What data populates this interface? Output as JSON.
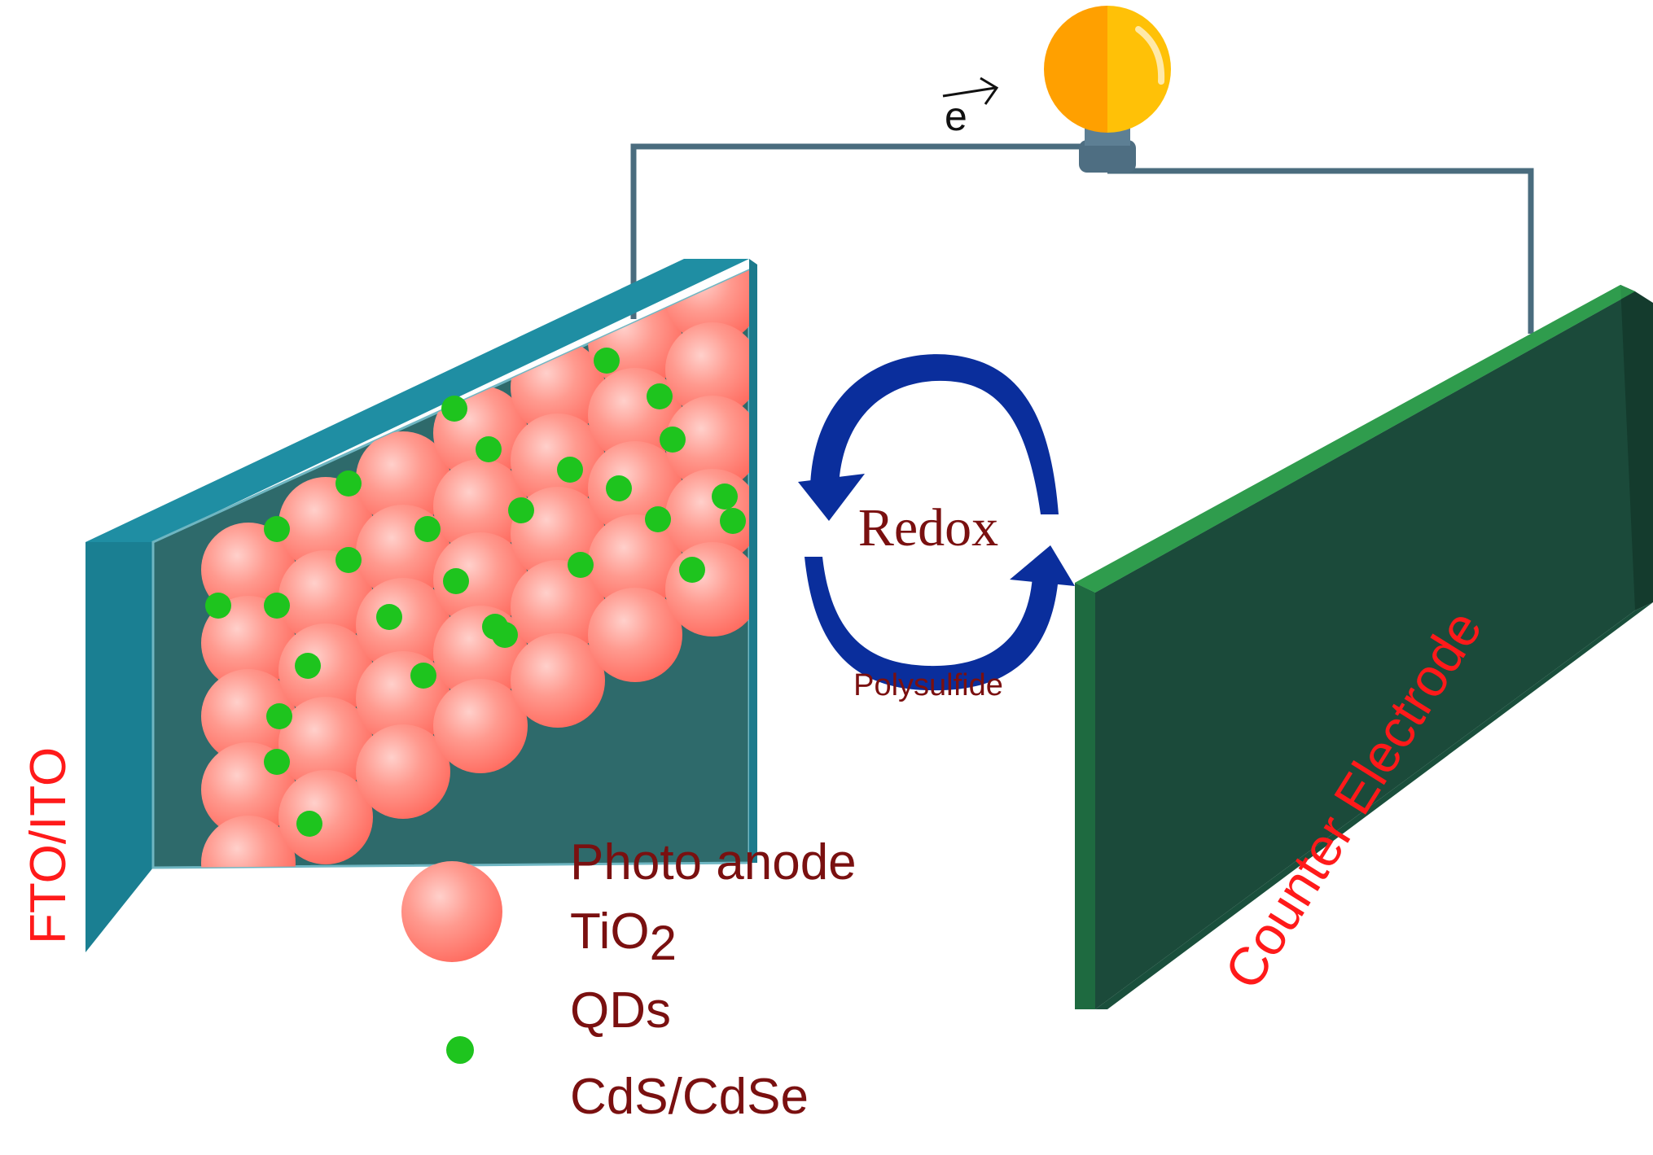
{
  "electron_label": "e",
  "redox_label": "Redox",
  "polysulfide_label": "Polysulfide",
  "fto_label": "FTO/ITO",
  "counter_label": "Counter Electrode",
  "legend": {
    "tio2_line1": "Photo anode",
    "tio2_line2_main": "TiO",
    "tio2_line2_sub": "2",
    "qd_line1": "QDs",
    "qd_line2": "CdS/CdSe"
  },
  "colors": {
    "fto_frame": "#1f8ea3",
    "fto_back": "#2d6b6c",
    "counter_front": "#1d5a3e",
    "counter_top": "#2f9a4c",
    "wire": "#4a6c7e",
    "bulb": "#ffb300",
    "redox_arrow": "#0a2e9c",
    "tio2": "#ff7c70",
    "qd": "#1ec41e",
    "red_text": "#ff1a1a",
    "dark_red_text": "#7a1010"
  },
  "icons": [
    "light-bulb-icon",
    "redox-cycle-arrows-icon",
    "electron-arrow-icon"
  ]
}
